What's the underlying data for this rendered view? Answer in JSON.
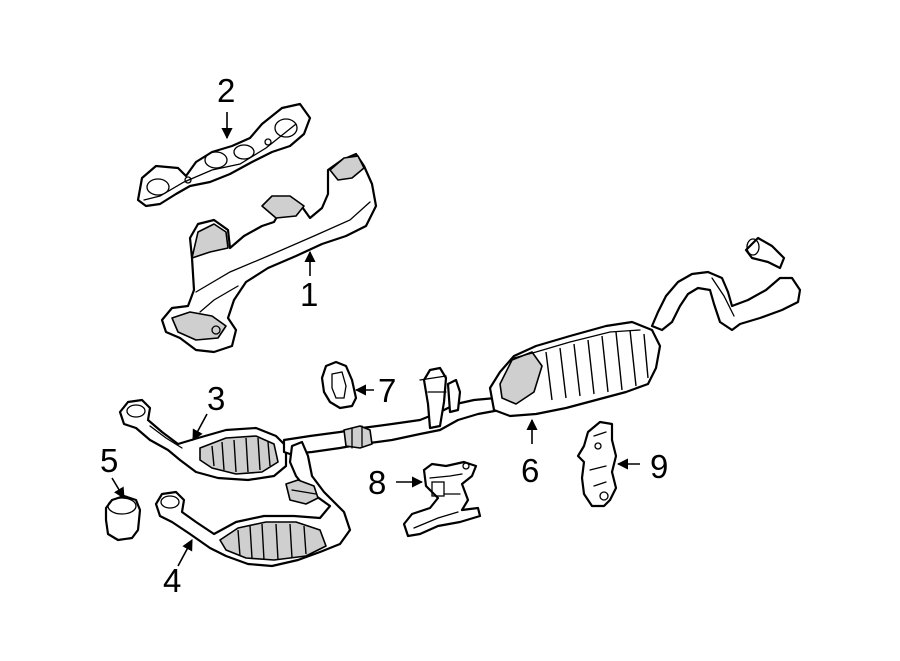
{
  "diagram": {
    "background_color": "#ffffff",
    "line_color": "#000000",
    "callouts": [
      {
        "id": "1",
        "label": "1"
      },
      {
        "id": "2",
        "label": "2"
      },
      {
        "id": "3",
        "label": "3"
      },
      {
        "id": "4",
        "label": "4"
      },
      {
        "id": "5",
        "label": "5"
      },
      {
        "id": "6",
        "label": "6"
      },
      {
        "id": "7",
        "label": "7"
      },
      {
        "id": "8",
        "label": "8"
      },
      {
        "id": "9",
        "label": "9"
      }
    ]
  }
}
